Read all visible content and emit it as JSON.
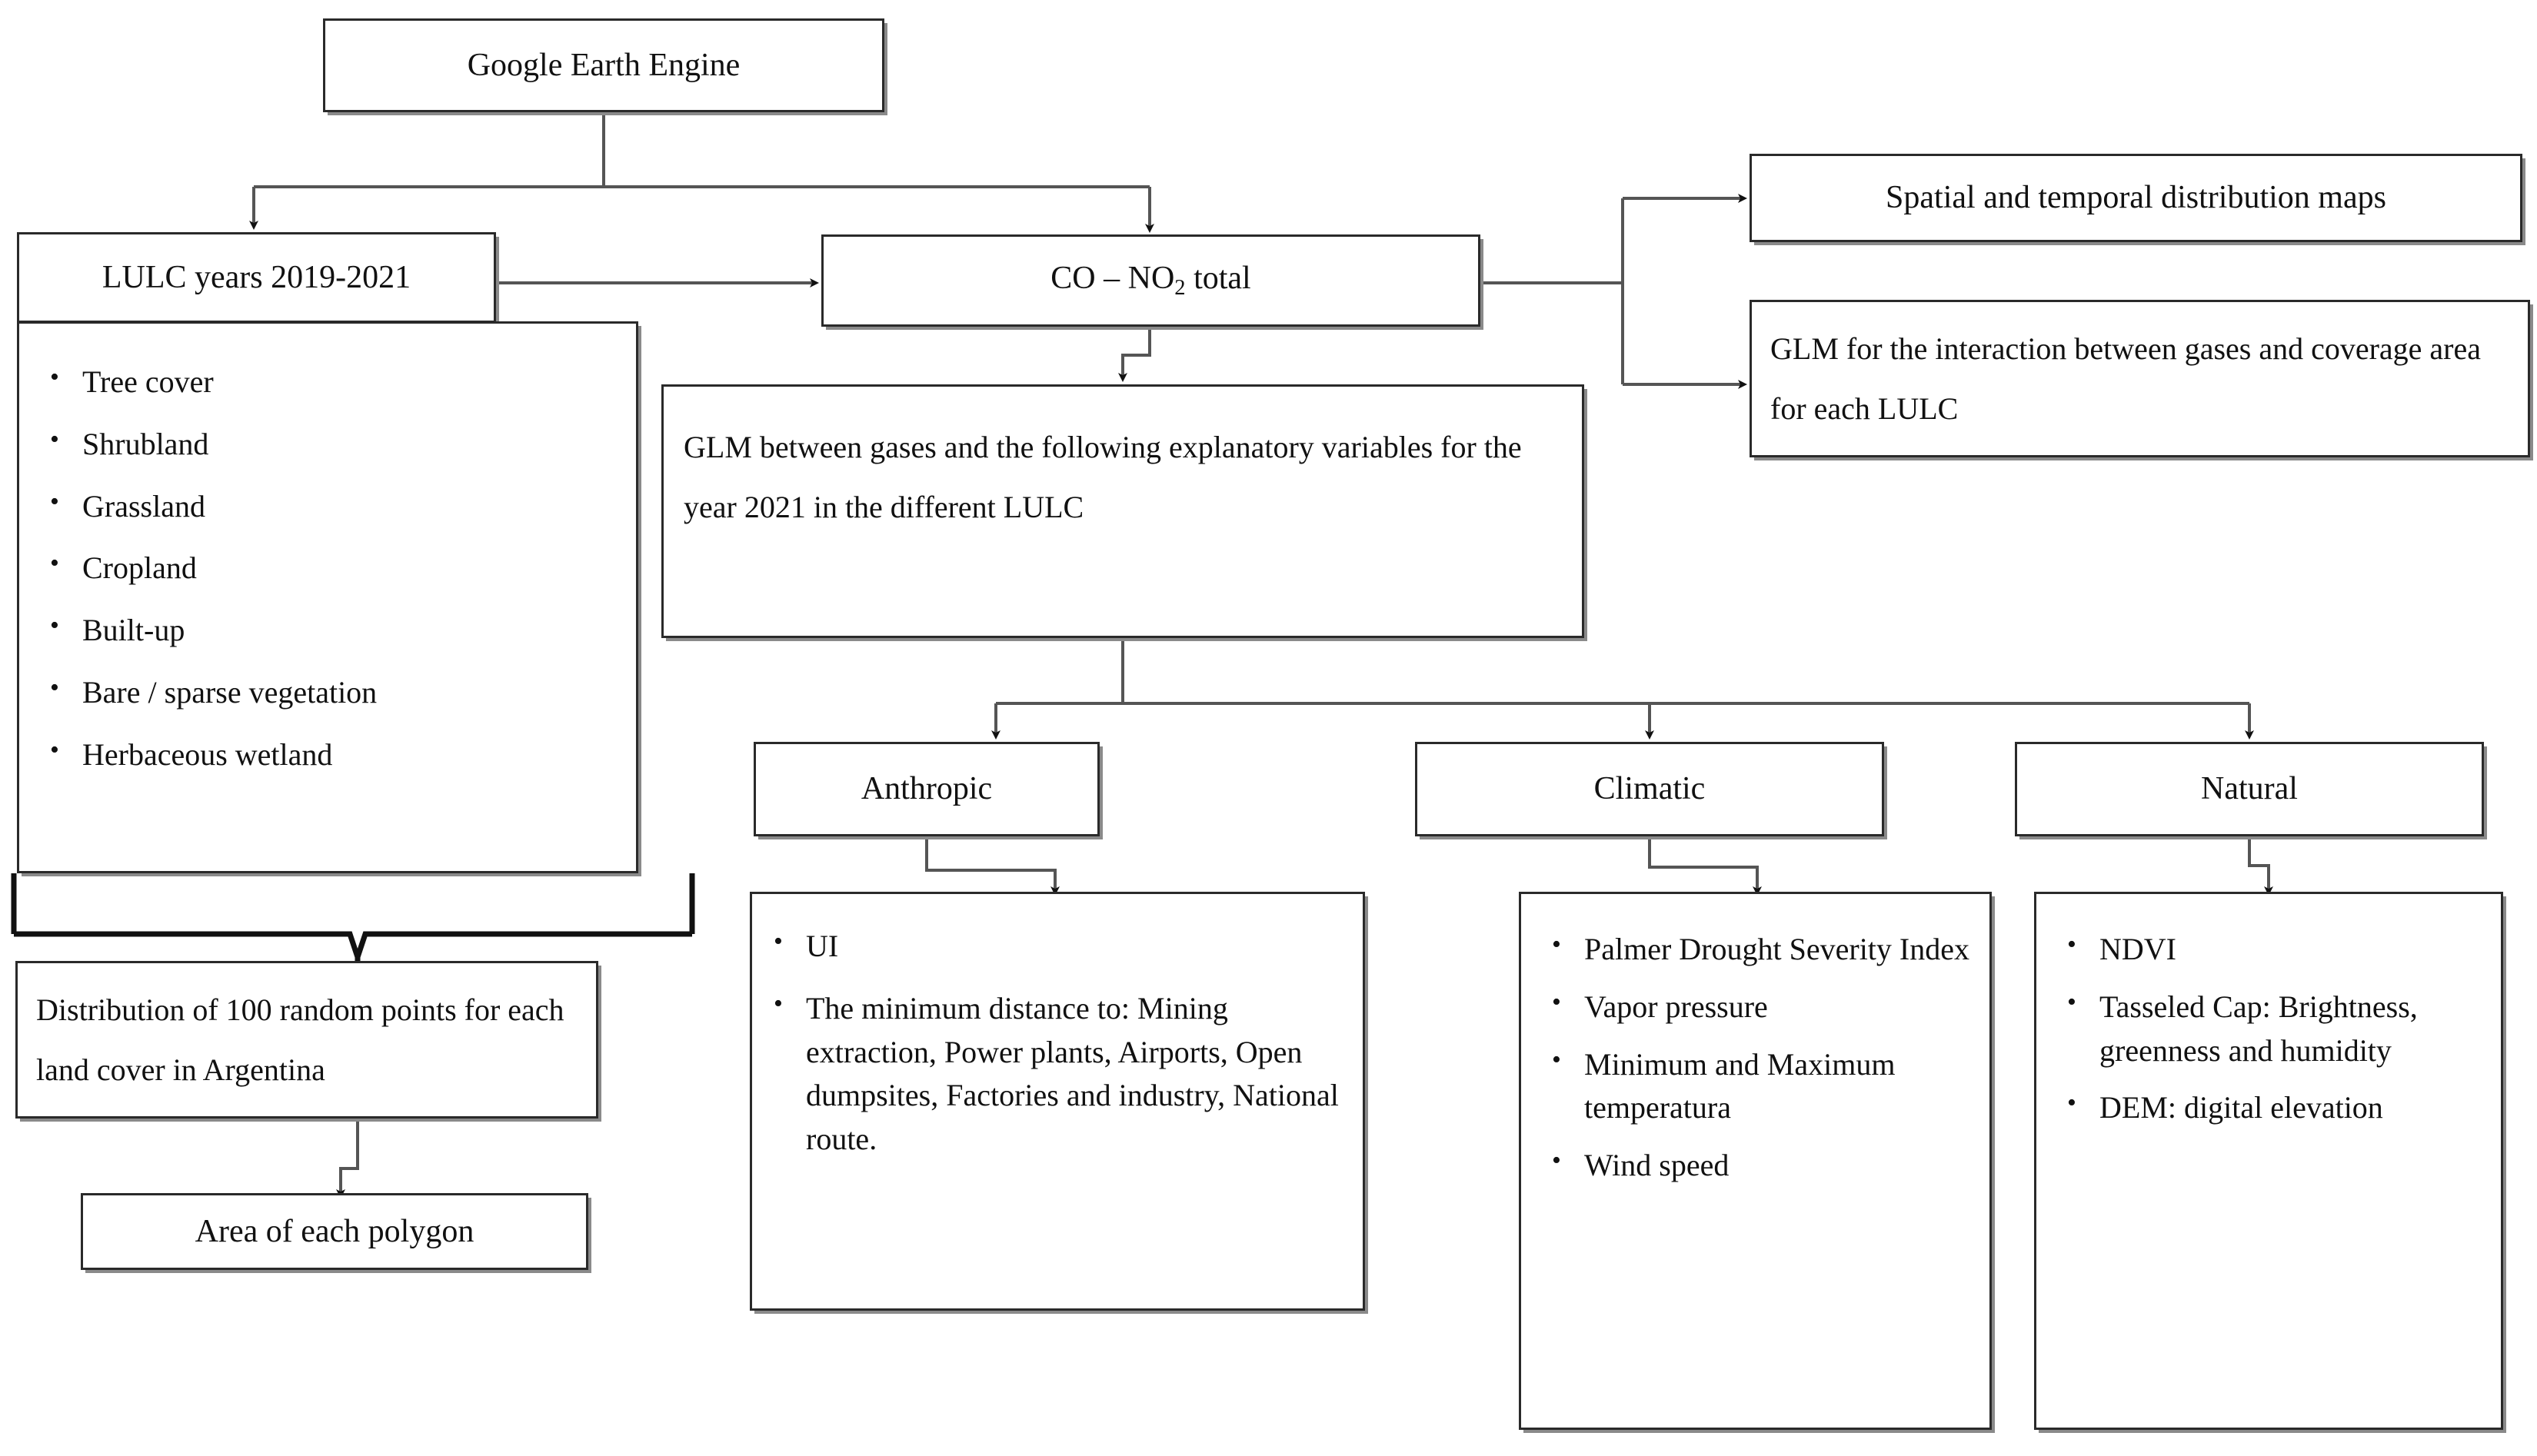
{
  "diagram": {
    "title": "Methodological flowchart: Google Earth Engine LULC and gas analysis",
    "colors": {
      "line": "#555555",
      "border": "#2a2a2a",
      "shadow": "#8a8a8a",
      "background": "#ffffff"
    },
    "nodes": {
      "source": {
        "label": "Google Earth Engine"
      },
      "lulc": {
        "label": "LULC years 2019-2021"
      },
      "lulc_classes": {
        "items": [
          "Tree cover",
          "Shrubland",
          "Grassland",
          "Cropland",
          "Built-up",
          "Bare / sparse vegetation",
          "Herbaceous wetland"
        ]
      },
      "gases": {
        "label_part1": "CO –  NO",
        "label_sub": "2",
        "label_part2": " total"
      },
      "spatial_maps": {
        "label": "Spatial and temporal distribution maps"
      },
      "glm_interaction": {
        "label": "GLM for the  interaction between gases and coverage area for each LULC"
      },
      "glm_variables": {
        "label": "GLM between gases and the following explanatory variables for the year 2021 in the different LULC"
      },
      "distribution": {
        "label": "Distribution of 100 random points for each land cover in Argentina"
      },
      "area": {
        "label": "Area of each polygon"
      },
      "anthropic": {
        "label": "Anthropic",
        "items": [
          "UI",
          "The minimum distance to:  Mining extraction, Power plants, Airports, Open dumpsites,  Factories and industry,  National route."
        ]
      },
      "climatic": {
        "label": "Climatic",
        "items": [
          "Palmer Drought Severity Index",
          "Vapor pressure",
          "Minimum and Maximum temperatura",
          "Wind speed"
        ]
      },
      "natural": {
        "label": "Natural",
        "items": [
          "NDVI",
          "Tasseled Cap: Brightness, greenness and humidity",
          "DEM: digital elevation"
        ]
      }
    }
  }
}
